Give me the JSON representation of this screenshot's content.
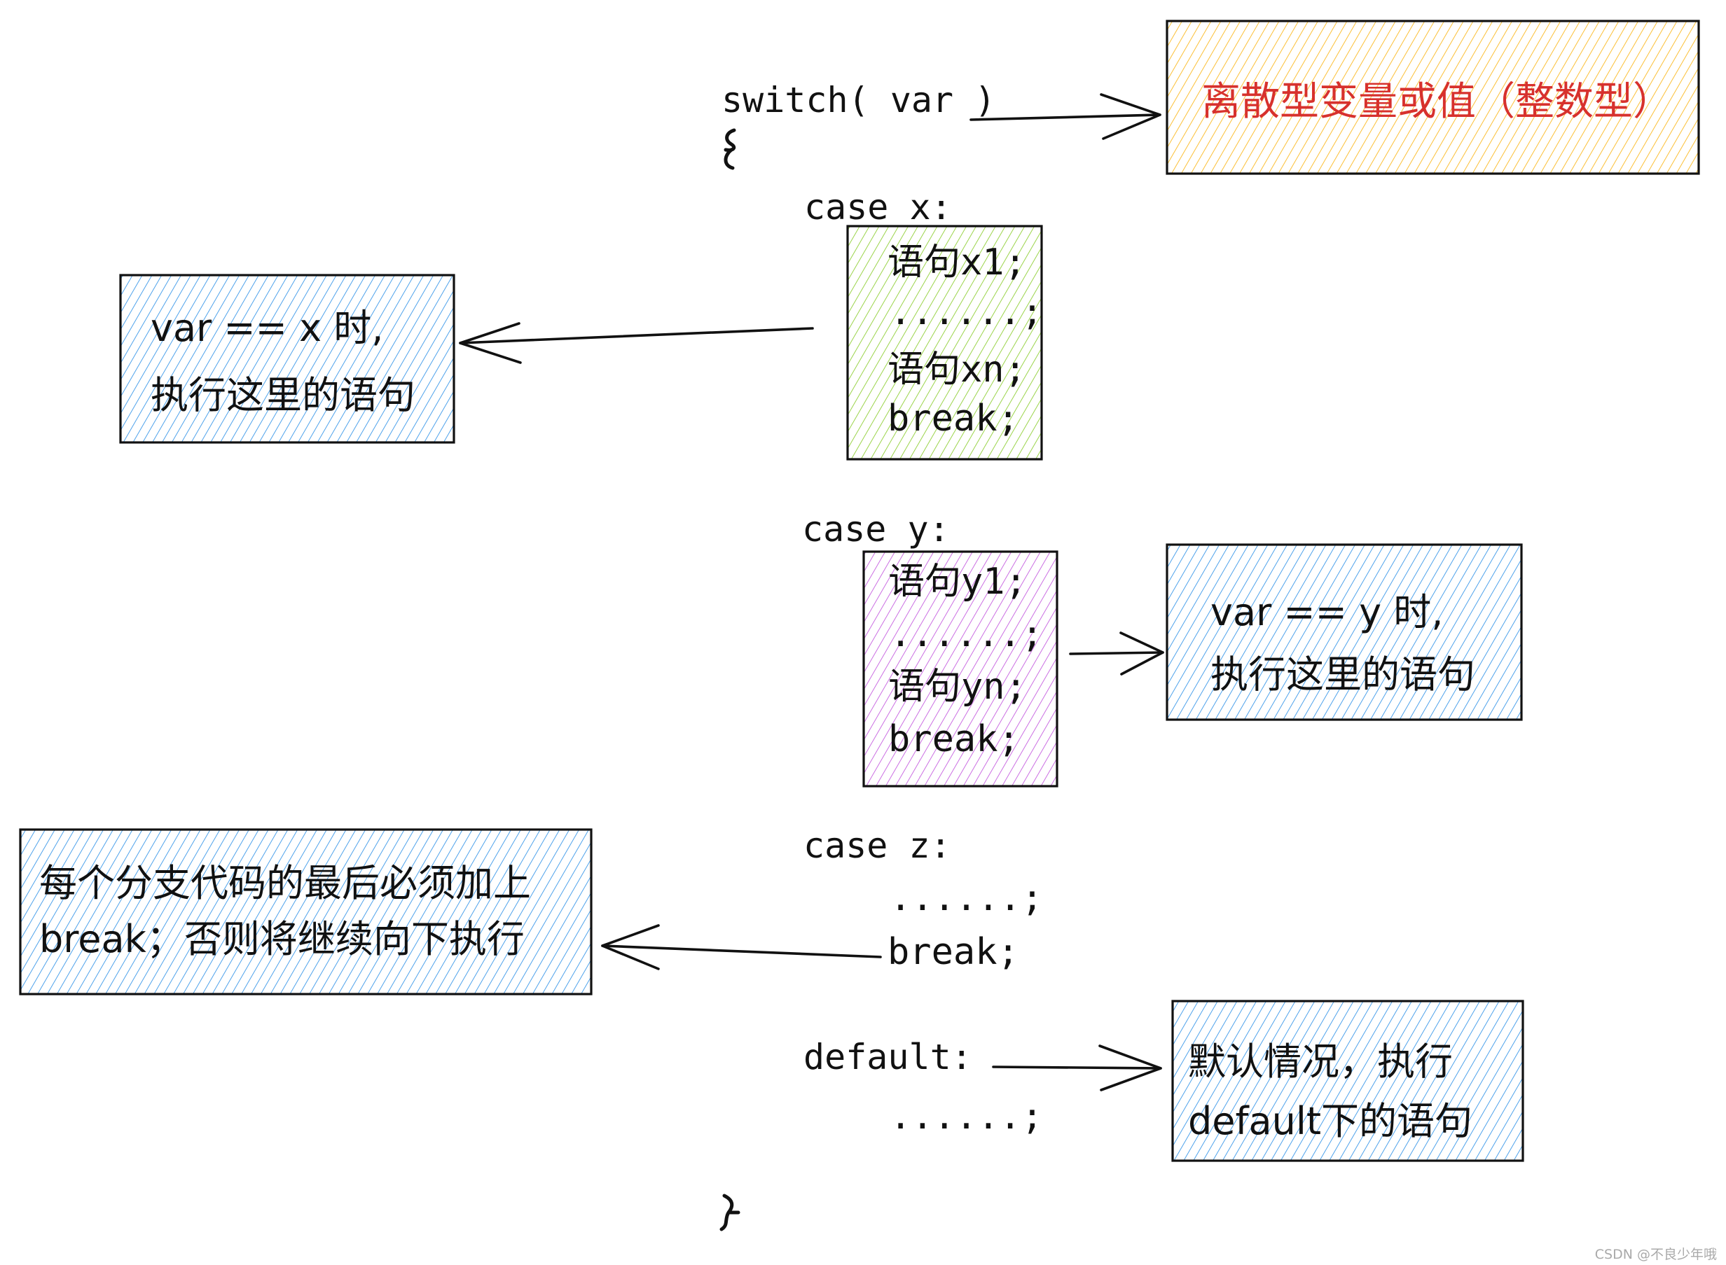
{
  "colors": {
    "hatch_orange": "#fab005",
    "hatch_green": "#82c91e",
    "hatch_purple": "#be4bdb",
    "hatch_blue": "#228be6",
    "note_red_text": "#d7312d",
    "ink": "#111111"
  },
  "code": {
    "switch_header": "switch( var )",
    "open_brace": "{",
    "close_brace": "}",
    "case_x": {
      "label": "case x:",
      "lines": [
        "语句x1;",
        "......;",
        "语句xn;",
        "break;"
      ]
    },
    "case_y": {
      "label": "case y:",
      "lines": [
        "语句y1;",
        "......;",
        "语句yn;",
        "break;"
      ]
    },
    "case_z": {
      "label": "case z:",
      "lines": [
        "......;",
        "break;"
      ]
    },
    "default": {
      "label": "default:",
      "lines": [
        "......;"
      ]
    }
  },
  "notes": {
    "switch_var": {
      "lines": [
        "离散型变量或值（整数型）"
      ]
    },
    "case_x": {
      "lines": [
        "var == x 时,",
        "执行这里的语句"
      ]
    },
    "case_y": {
      "lines": [
        "var == y 时,",
        "执行这里的语句"
      ]
    },
    "break_rule": {
      "lines": [
        "每个分支代码的最后必须加上",
        "break；否则将继续向下执行"
      ]
    },
    "default": {
      "lines": [
        "默认情况，执行",
        "default下的语句"
      ]
    }
  },
  "watermark": "CSDN @不良少年哦"
}
